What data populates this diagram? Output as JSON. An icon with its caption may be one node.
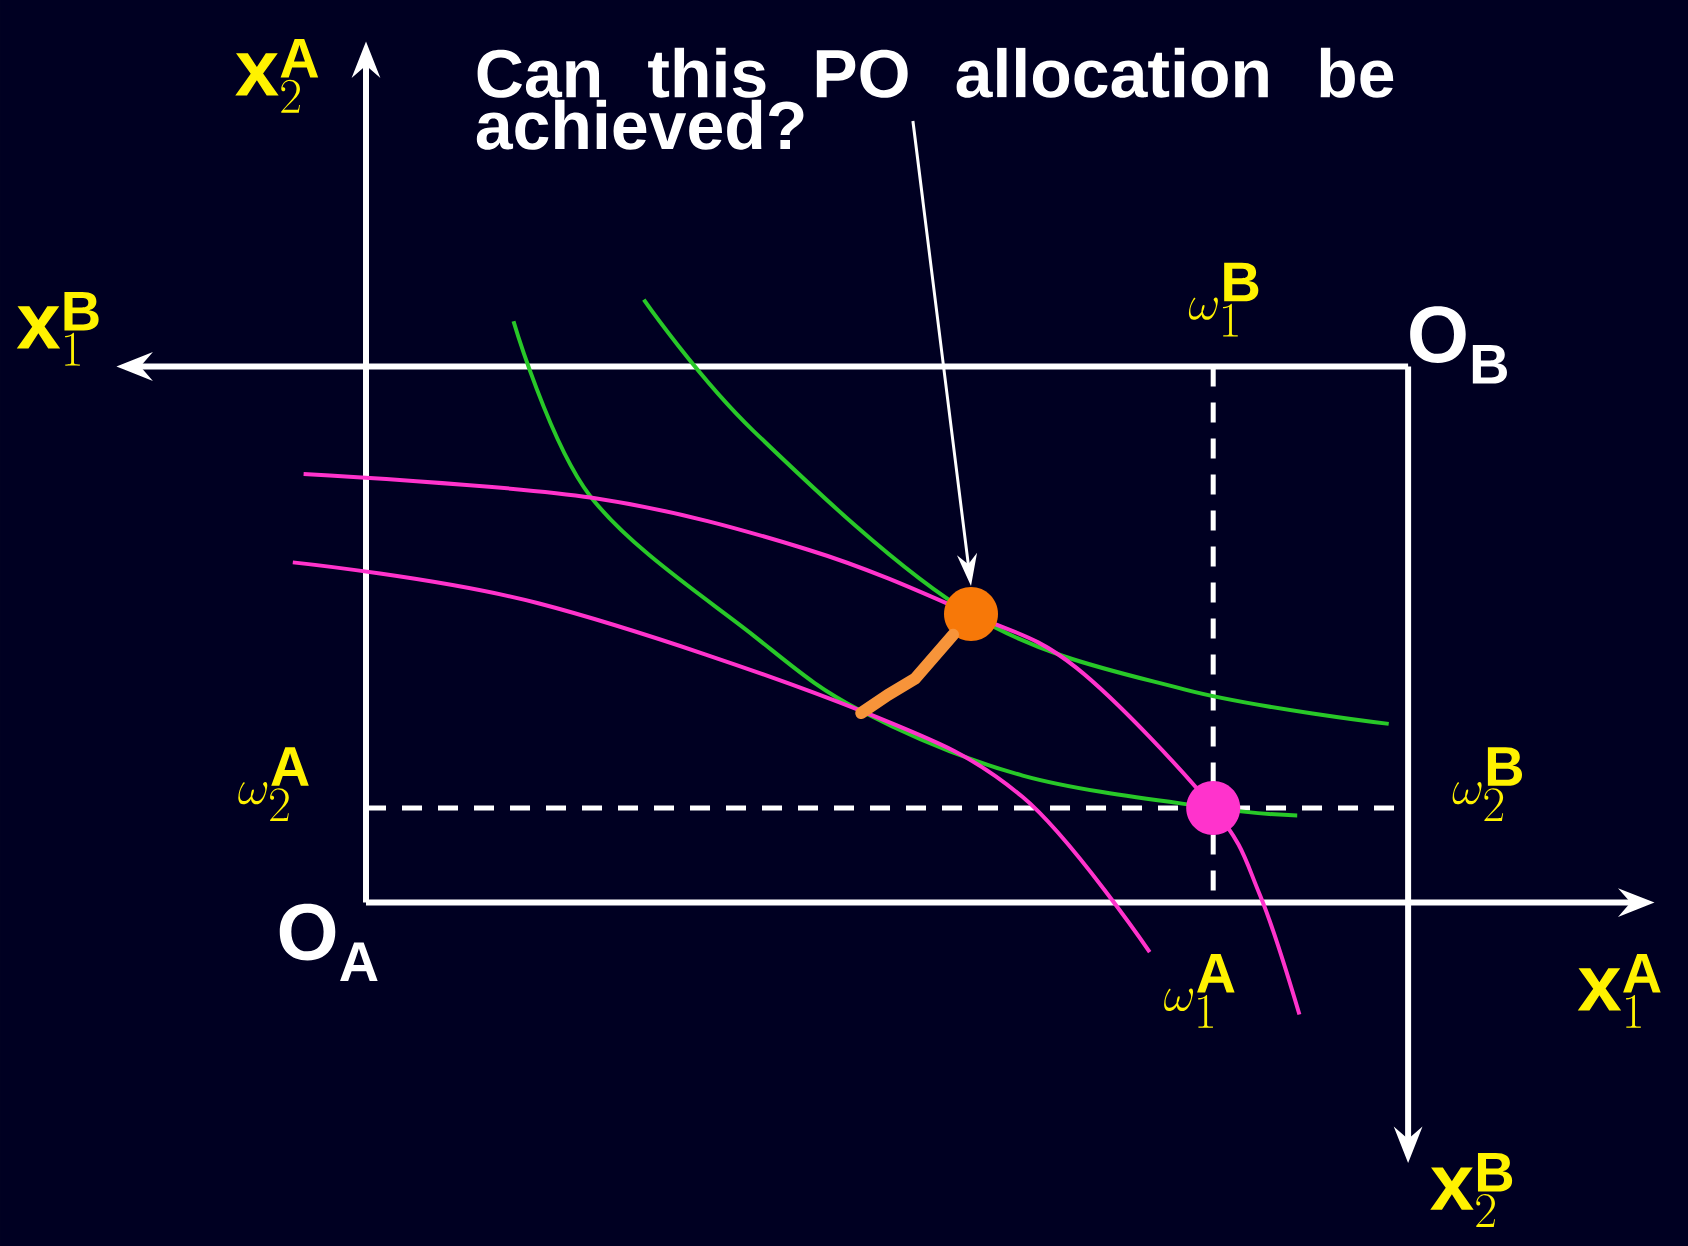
{
  "diagram": {
    "nodes": [
      {
        "text": [
          "Can this PO allocation be achieved?"
        ]
      },
      {
        "text": [],
        "shape": "circle"
      },
      {
        "text": [],
        "shape": "circle"
      }
    ],
    "edges": [
      {
        "from": 0,
        "to": 1,
        "arrow": "to"
      },
      {
        "from": 1,
        "to": null,
        "arrow": "none",
        "style": "thick",
        "color": "#f7943a"
      }
    ],
    "labels": [
      "\\mathbf{x}_{2}^{\\mathbf{A}}",
      "\\mathbf{x}_{1}^{\\mathbf{B}}",
      "\\omega_{1}^{\\mathbf{B}}",
      "\\mathbf{O}_{\\mathbf{B}}",
      "\\omega_{2}^{\\mathbf{A}}",
      "\\omega_{2}^{\\mathbf{B}}",
      "\\mathbf{O}_{\\mathbf{A}}",
      "\\omega_{1}^{\\mathbf{A}}",
      "\\mathbf{x}_{1}^{\\mathbf{A}}",
      "\\mathbf{x}_{2}^{\\mathbf{B}}"
    ]
  }
}
